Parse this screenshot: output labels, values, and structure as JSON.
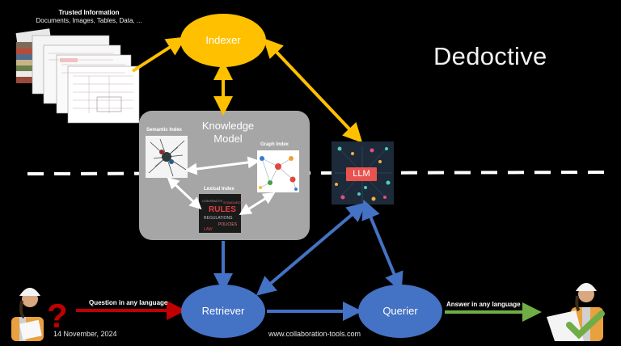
{
  "slide": {
    "title": "Dedoctive",
    "date": "14 November, 2024",
    "website": "www.collaboration-tools.com"
  },
  "trusted_info": {
    "heading": "Trusted Information",
    "subheading": "Documents, Images, Tables, Data, ..."
  },
  "nodes": {
    "indexer": "Indexer",
    "retriever": "Retriever",
    "querier": "Querier",
    "llm": "LLM"
  },
  "knowledge_model": {
    "title": "Knowledge Model",
    "semantic_index": "Semantic Index",
    "graph_index": "Graph Index",
    "lexical_index": "Lexical Index",
    "word_cloud": [
      "RULES",
      "REGULATIONS",
      "POLICIES",
      "CONTRACTS",
      "STANDARDS",
      "LAW"
    ]
  },
  "edge_labels": {
    "question": "Question in any language",
    "answer": "Answer in any language"
  },
  "colors": {
    "node_yellow": "#ffc000",
    "node_blue": "#4472c4",
    "arrow_yellow": "#ffc000",
    "arrow_blue": "#4472c4",
    "arrow_red": "#c00000",
    "arrow_green": "#70ad47",
    "panel_gray": "#a6a6a6"
  },
  "icons": [
    "question-mark-icon",
    "check-mark-icon",
    "engineer-avatar-icon"
  ]
}
